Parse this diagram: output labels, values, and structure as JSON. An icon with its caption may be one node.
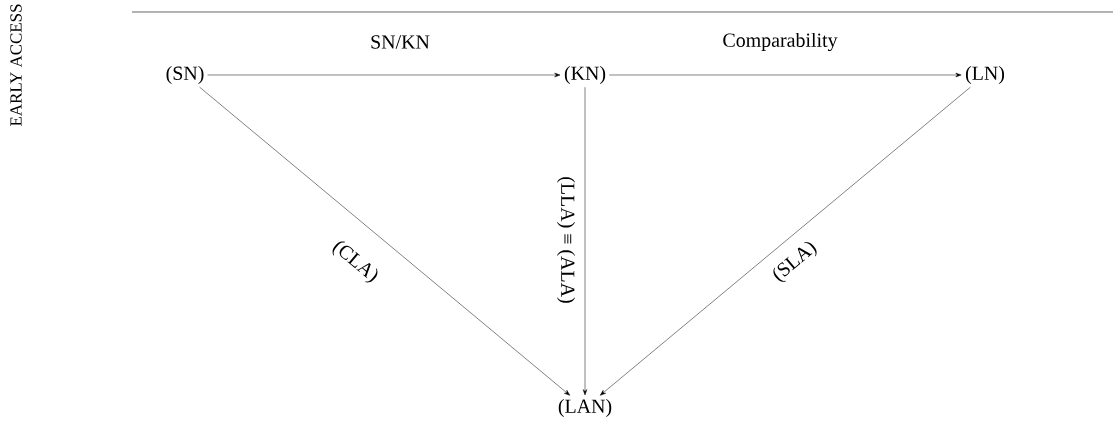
{
  "diagram": {
    "nodes": [
      {
        "text": [
          "(SN)"
        ]
      },
      {
        "text": [
          "(KN)"
        ]
      },
      {
        "text": [
          "(LN)"
        ]
      },
      {
        "text": [
          "(LAN)"
        ]
      }
    ],
    "edges": [
      {
        "from": 0,
        "to": 1,
        "arrow": "to",
        "label": "SN/KN"
      },
      {
        "from": 1,
        "to": 2,
        "arrow": "to",
        "label": "Comparability"
      },
      {
        "from": 0,
        "to": 3,
        "arrow": "to",
        "label": "(CLA)"
      },
      {
        "from": 1,
        "to": 3,
        "arrow": "to",
        "label": "(LLA) ≡ (ALA)"
      },
      {
        "from": 2,
        "to": 3,
        "arrow": "to",
        "label": "(SLA)"
      }
    ],
    "labels": [
      "EARLY ACCESS"
    ]
  }
}
